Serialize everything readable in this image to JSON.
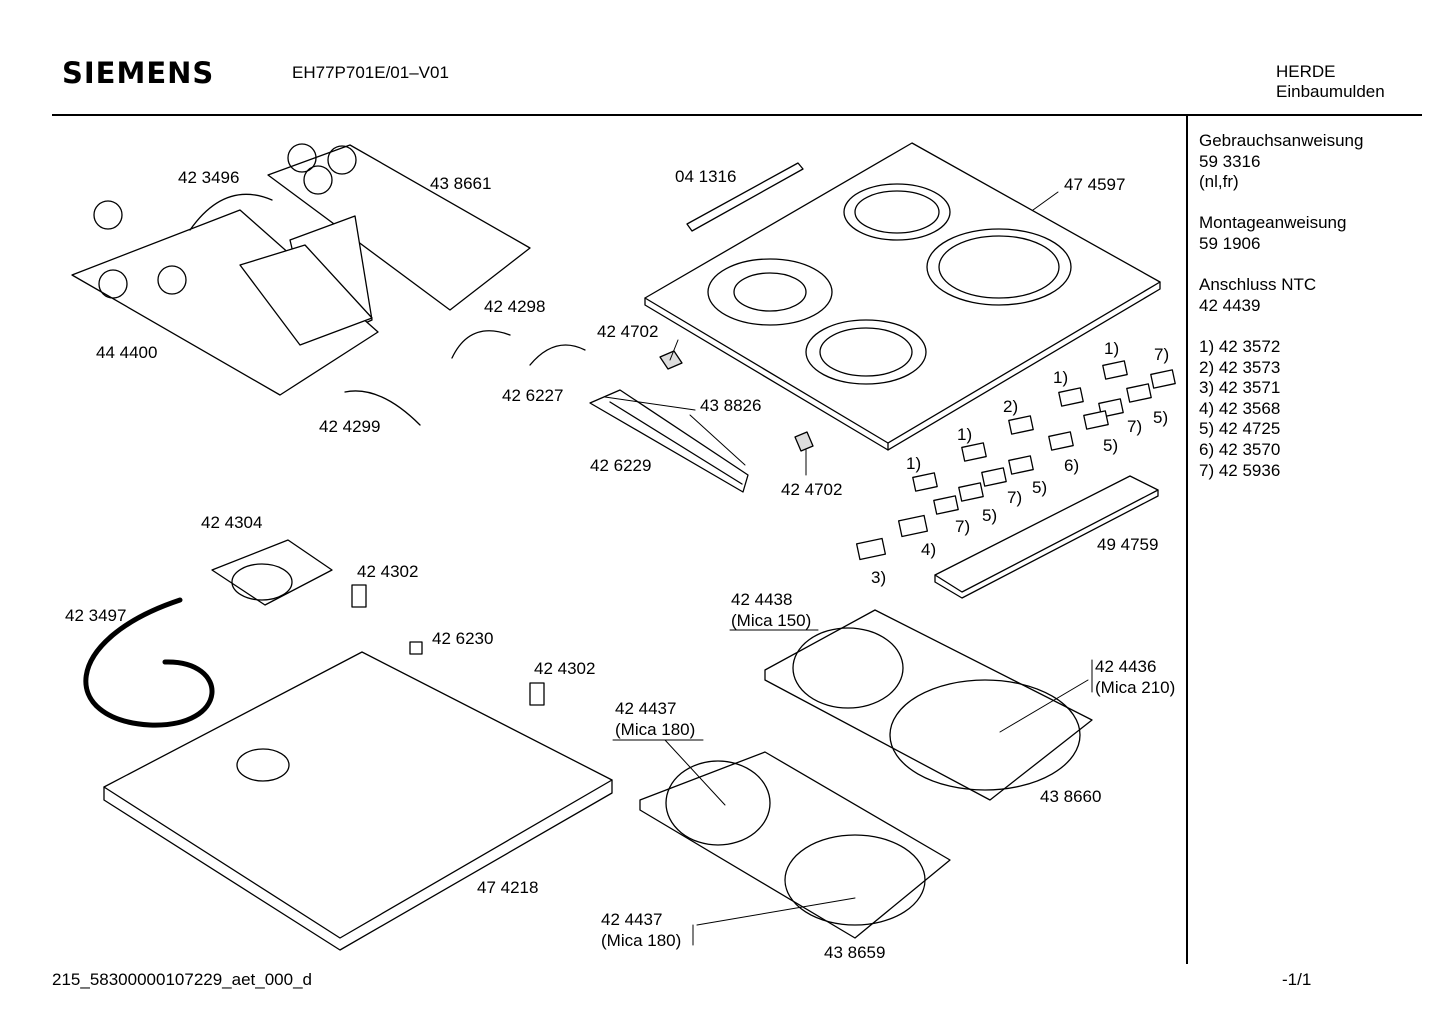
{
  "header": {
    "brand": "SIEMENS",
    "model": "EH77P701E/01–V01",
    "category_line1": "HERDE",
    "category_line2": "Einbaumulden"
  },
  "side_notes": {
    "manual_title": "Gebrauchsanweisung",
    "manual_number": "59 3316",
    "manual_langs": "(nl,fr)",
    "install_title": "Montageanweisung",
    "install_number": "59 1906",
    "ntc_title": "Anschluss NTC",
    "ntc_number": "42 4439",
    "footnotes": [
      "1) 42 3572",
      "2) 42 3573",
      "3) 42 3571",
      "4) 42 3568",
      "5) 42 4725",
      "6) 42 3570",
      "7) 42 5936"
    ]
  },
  "parts": {
    "p423496": "42 3496",
    "p438661": "43 8661",
    "p444400": "44 4400",
    "p424298": "42 4298",
    "p424299": "42 4299",
    "p426227": "42 6227",
    "p041316": "04 1316",
    "p474597": "47 4597",
    "p424702a": "42 4702",
    "p438826": "43 8826",
    "p426229": "42 6229",
    "p424702b": "42 4702",
    "p494759": "49 4759",
    "p424304": "42 4304",
    "p424302a": "42 4302",
    "p423497": "42 3497",
    "p426230": "42 6230",
    "p424302b": "42 4302",
    "p474218": "47 4218",
    "p424438": "42 4438",
    "p424438_note": "(Mica 150)",
    "p424436": "42 4436",
    "p424436_note": "(Mica 210)",
    "p424437a": "42 4437",
    "p424437a_note": "(Mica 180)",
    "p438660": "43 8660",
    "p424437b": "42 4437",
    "p424437b_note": "(Mica 180)",
    "p438659": "43 8659"
  },
  "callouts": {
    "c1a": "1)",
    "c7a": "7)",
    "c1b": "1)",
    "c2": "2)",
    "c7b": "7)",
    "c5a": "5)",
    "c1c": "1)",
    "c5b": "5)",
    "c6": "6)",
    "c1d": "1)",
    "c7c": "7)",
    "c5c": "5)",
    "c5d": "5)",
    "c7d": "7)",
    "c4": "4)",
    "c3": "3)"
  },
  "footer": {
    "doc_id": "215_58300000107229_aet_000_d",
    "page": "-1/1"
  }
}
